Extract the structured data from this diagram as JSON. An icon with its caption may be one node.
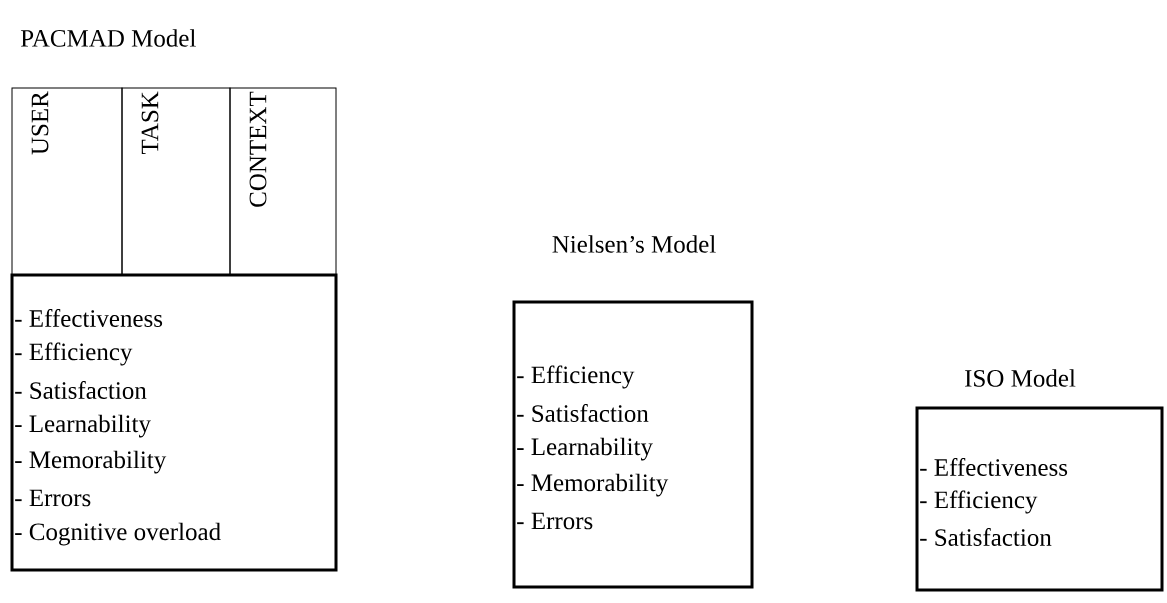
{
  "diagram": {
    "nodes": [
      {
        "text": [
          "USER"
        ]
      },
      {
        "text": [
          "TASK"
        ]
      },
      {
        "text": [
          "CONTEXT"
        ]
      },
      {
        "text": [
          "- Effectiveness",
          "- Efficiency",
          "- Satisfaction",
          "- Learnability",
          "- Memorability",
          "- Errors",
          "- Cognitive overload"
        ]
      },
      {
        "text": [
          "Nielsen’s Model",
          "- Efficiency",
          "- Satisfaction",
          "- Learnability",
          "- Memorability",
          "- Errors"
        ]
      },
      {
        "text": [
          "ISO Model",
          "- Effectiveness",
          "- Efficiency",
          "- Satisfaction"
        ]
      }
    ],
    "edges": [],
    "labels": [
      "PACMAD Model"
    ]
  }
}
